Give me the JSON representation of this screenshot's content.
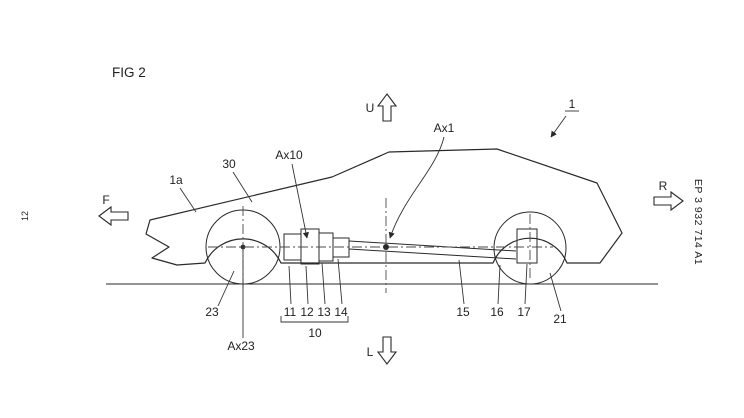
{
  "figure": {
    "title": "FIG 2",
    "patent_number": "EP 3 932 714 A1",
    "sheet_number": "12"
  },
  "directions": {
    "up": "U",
    "down": "L",
    "front": "F",
    "rear": "R"
  },
  "refs": {
    "vehicle": "1",
    "body_front": "1a",
    "hood": "30",
    "axis_ax10": "Ax10",
    "axis_ax1": "Ax1",
    "front_wheel": "23",
    "axis_ax23": "Ax23",
    "part_11": "11",
    "part_12": "12",
    "part_13": "13",
    "part_14": "14",
    "unit_10": "10",
    "shaft_15": "15",
    "joint_16": "16",
    "hub_17": "17",
    "rear_wheel": "21"
  },
  "colors": {
    "line": "#2a2a2a",
    "background": "#ffffff",
    "text": "#222222"
  }
}
